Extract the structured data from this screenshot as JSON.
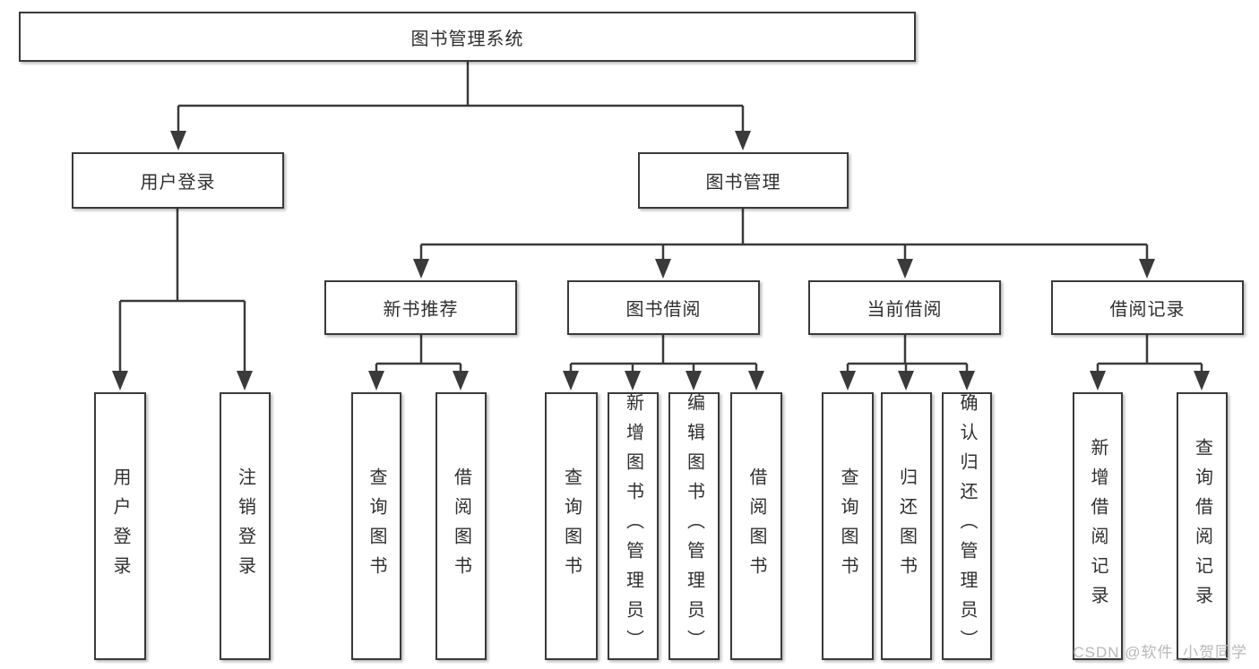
{
  "tree": {
    "label": "图书管理系统",
    "children": [
      {
        "label": "用户登录",
        "children": [
          {
            "label": "用户登录"
          },
          {
            "label": "注销登录"
          }
        ]
      },
      {
        "label": "图书管理",
        "children": [
          {
            "label": "新书推荐",
            "children": [
              {
                "label": "查询图书"
              },
              {
                "label": "借阅图书"
              }
            ]
          },
          {
            "label": "图书借阅",
            "children": [
              {
                "label": "查询图书"
              },
              {
                "label": "新增图书（管理员）"
              },
              {
                "label": "编辑图书（管理员）"
              },
              {
                "label": "借阅图书"
              }
            ]
          },
          {
            "label": "当前借阅",
            "children": [
              {
                "label": "查询图书"
              },
              {
                "label": "归还图书"
              },
              {
                "label": "确认归还（管理员）"
              }
            ]
          },
          {
            "label": "借阅记录",
            "children": [
              {
                "label": "新增借阅记录"
              },
              {
                "label": "查询借阅记录"
              }
            ]
          }
        ]
      }
    ]
  },
  "watermark": {
    "text": "CSDN @软件_小贺同学",
    "color": "#b8b8b8"
  },
  "colors": {
    "line": "#3a3a3a",
    "text": "#2f2f2f",
    "background": "#ffffff"
  }
}
